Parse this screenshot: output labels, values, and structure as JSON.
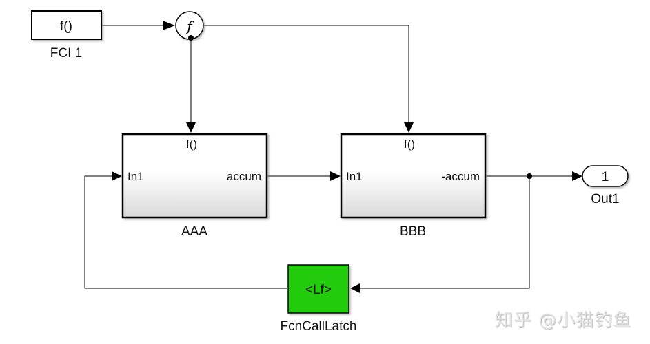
{
  "diagram": {
    "blocks": {
      "fci": {
        "text": "f()",
        "label": "FCI 1"
      },
      "splitter": {
        "glyph": "f"
      },
      "aaa": {
        "trigger": "f()",
        "in_port": "In1",
        "out_port": "accum",
        "label": "AAA"
      },
      "bbb": {
        "trigger": "f()",
        "in_port": "In1",
        "out_port": "-accum",
        "label": "BBB"
      },
      "out1": {
        "text": "1",
        "label": "Out1"
      },
      "latch": {
        "text": "<Lf>",
        "label": "FcnCallLatch",
        "color": "#22cc11"
      }
    }
  },
  "watermark": {
    "text": "知乎 @小猫钓鱼"
  }
}
